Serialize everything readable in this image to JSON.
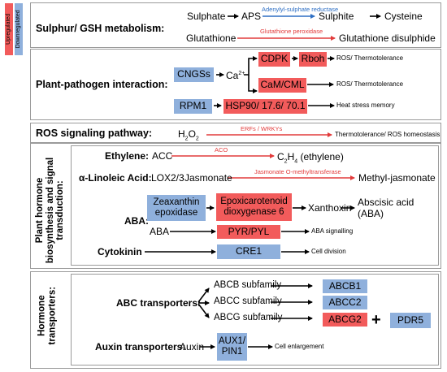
{
  "legend": {
    "up": "Upregulated",
    "down": "Downregulated"
  },
  "colors": {
    "up": "#f25b5b",
    "down": "#8fb0dc",
    "enzyme_red": "#e23b3b",
    "enzyme_blue": "#2e6fc4"
  },
  "sulphur": {
    "title": "Sulphur/ GSH metabolism:",
    "sulphate": "Sulphate",
    "aps": "APS",
    "enz1": "Adenylyl-sulphate reductase",
    "sulphite": "Sulphite",
    "cysteine": "Cysteine",
    "glutathione": "Glutathione",
    "enz2": "Glutathione peroxidase",
    "disulphide": "Glutathione disulphide"
  },
  "pathogen": {
    "title": "Plant-pathogen interaction:",
    "cngss": "CNGSs",
    "ca": "Ca",
    "ca_sup": "2+",
    "cdpk": "CDPK",
    "rboh": "Rboh",
    "out1": "ROS/ Thermotolerance",
    "camcml": "CaM/CML",
    "out2": "ROS/ Thermotolerance",
    "rpm1": "RPM1",
    "hsp": "HSP90/ 17.6/ 70.1",
    "out3": "Heat stress memory"
  },
  "ros": {
    "title": "ROS signaling pathway:",
    "h2o2": "H",
    "h2o2_sub1": "2",
    "h2o2_o": "O",
    "h2o2_sub2": "2",
    "enz": "ERFs / WRKYs",
    "out": "Thermotolerance/ ROS homeostasis"
  },
  "hormone": {
    "side_title": "Plant hormone biosynthesis and signal transduction:",
    "ethylene_label": "Ethylene:",
    "acc": "ACC",
    "aco": "ACO",
    "c2h4": "C",
    "c2h4_sub1": "2",
    "c2h4_h": "H",
    "c2h4_sub2": "4",
    "c2h4_rest": " (ethylene)",
    "ala_label": "α-Linoleic Acid:",
    "lox": "LOX2/3",
    "jasmonate": "Jasmonate",
    "jmt": "Jasmonate O-methyltransferase",
    "mej": "Methyl-jasmonate",
    "aba_label": "ABA:",
    "zeax": "Zeaxanthin epoxidase",
    "epox": "Epoxicarotenoid dioxygenase 6",
    "xanthoxin": "Xanthoxin",
    "absc": "Abscisic acid (ABA)",
    "aba": "ABA",
    "pyr": "PYR/PYL",
    "aba_sig": "ABA signalling",
    "cyto_label": "Cytokinin",
    "cre1": "CRE1",
    "cell_div": "Cell division"
  },
  "transport": {
    "side_title": "Hormone transporters:",
    "abc_label": "ABC transporters:",
    "abcb_sub": "ABCB subfamily",
    "abcc_sub": "ABCC subfamily",
    "abcg_sub": "ABCG subfamily",
    "abcb1": "ABCB1",
    "abcc2": "ABCC2",
    "abcg2": "ABCG2",
    "plus": "+",
    "pdr5": "PDR5",
    "auxin_label": "Auxin transporters:",
    "auxin": "Auxin",
    "aux1": "AUX1/ PIN1",
    "cell_enl": "Cell enlargement"
  }
}
